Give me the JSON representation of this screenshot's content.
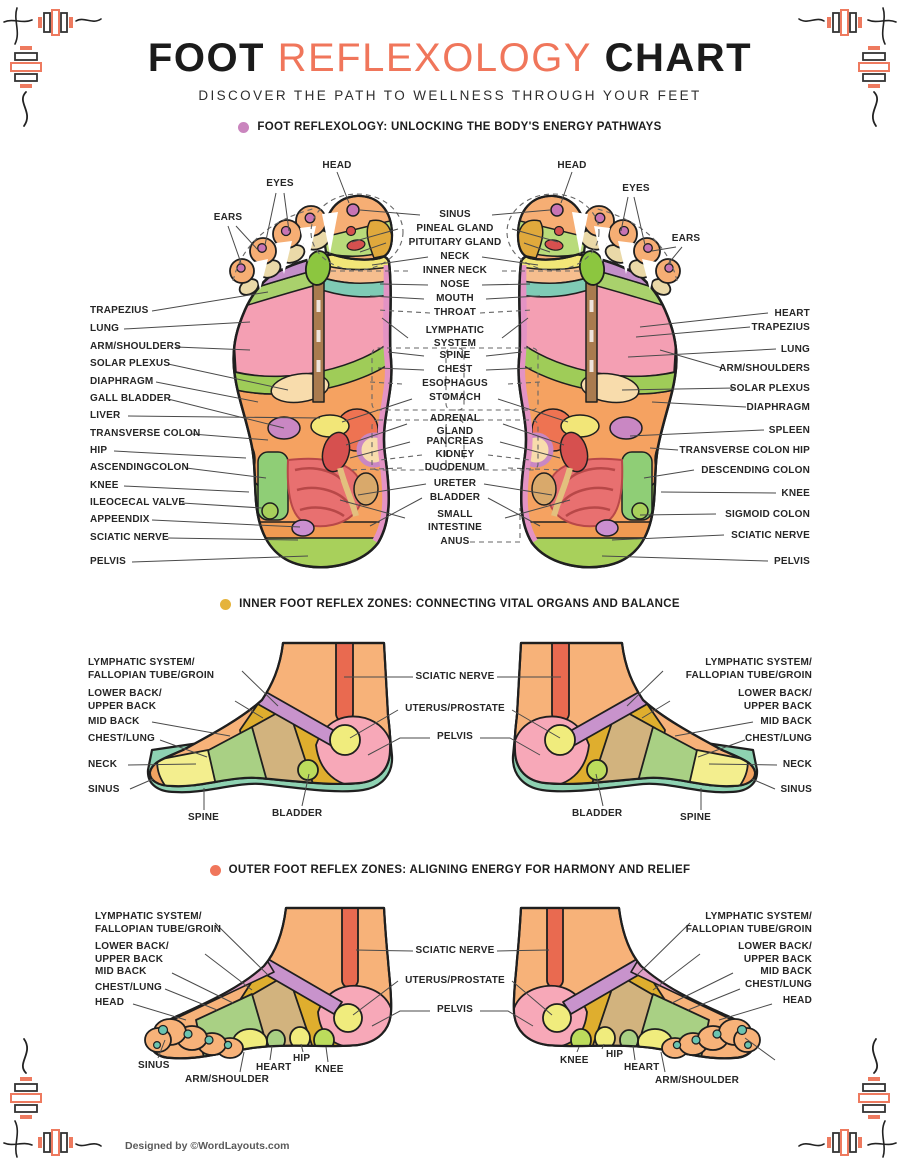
{
  "title": {
    "word1": "FOOT",
    "word2": "REFLEXOLOGY",
    "word3": "CHART"
  },
  "subtitle": "DISCOVER THE PATH TO WELLNESS THROUGH YOUR FEET",
  "footer": "Designed by ©WordLayouts.com",
  "colors": {
    "accent": "#F0765B",
    "section1_bullet": "#CA85BE",
    "section2_bullet": "#E5B33B",
    "section3_bullet": "#F0765B"
  },
  "section1": {
    "heading": "FOOT REFLEXOLOGY: UNLOCKING THE BODY'S ENERGY PATHWAYS",
    "top": [
      "HEAD",
      "EYES",
      "EARS"
    ],
    "left": [
      "TRAPEZIUS",
      "LUNG",
      "ARM/SHOULDERS",
      "SOLAR PLEXUS",
      "DIAPHRAGM",
      "GALL BLADDER",
      "LIVER",
      "TRANSVERSE COLON",
      "HIP",
      "ASCENDINGCOLON",
      "KNEE",
      "ILEOCECAL VALVE",
      "APPEENDIX",
      "SCIATIC NERVE",
      "PELVIS"
    ],
    "center": [
      "SINUS",
      "PINEAL GLAND",
      "PITUITARY GLAND",
      "NECK",
      "INNER NECK",
      "NOSE",
      "MOUTH",
      "THROAT",
      "LYMPHATIC SYSTEM",
      "SPINE",
      "CHEST",
      "ESOPHAGUS",
      "STOMACH",
      "ADRENAL GLAND",
      "PANCREAS",
      "KIDNEY",
      "DUODENUM",
      "URETER",
      "BLADDER",
      "SMALL INTESTINE",
      "ANUS"
    ],
    "right": [
      "HEART",
      "TRAPEZIUS",
      "LUNG",
      "ARM/SHOULDERS",
      "SOLAR PLEXUS",
      "DIAPHRAGM",
      "SPLEEN",
      "TRANSVERSE COLON HIP",
      "DESCENDING COLON",
      "KNEE",
      "SIGMOID COLON",
      "SCIATIC NERVE",
      "PELVIS"
    ]
  },
  "section2": {
    "heading": "INNER FOOT REFLEX ZONES: CONNECTING VITAL ORGANS AND BALANCE",
    "side": [
      "LYMPHATIC SYSTEM/ FALLOPIAN TUBE/GROIN",
      "LOWER BACK/ UPPER BACK",
      "MID BACK",
      "CHEST/LUNG",
      "NECK",
      "SINUS"
    ],
    "bottom": [
      "SPINE",
      "BLADDER"
    ],
    "center": [
      "SCIATIC NERVE",
      "UTERUS/PROSTATE",
      "PELVIS"
    ]
  },
  "section3": {
    "heading": "OUTER FOOT REFLEX ZONES: ALIGNING ENERGY FOR HARMONY AND RELIEF",
    "side": [
      "LYMPHATIC SYSTEM/ FALLOPIAN TUBE/GROIN",
      "LOWER BACK/ UPPER BACK",
      "MID BACK",
      "CHEST/LUNG",
      "HEAD"
    ],
    "bottom": [
      "SINUS",
      "ARM/SHOULDER",
      "HEART",
      "HIP",
      "KNEE"
    ],
    "center": [
      "SCIATIC NERVE",
      "UTERUS/PROSTATE",
      "PELVIS"
    ]
  }
}
